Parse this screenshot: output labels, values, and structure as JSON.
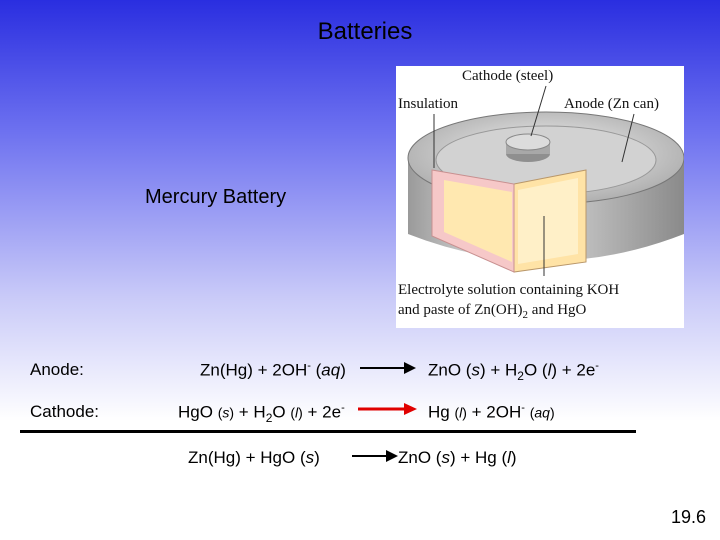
{
  "title": "Batteries",
  "subtitle": "Mercury Battery",
  "figure": {
    "cathode_label": "Cathode (steel)",
    "insulation_label": "Insulation",
    "anode_label": "Anode (Zn can)",
    "electrolyte_line1": "Electrolyte solution containing KOH",
    "electrolyte_line2_pre": "and paste of Zn(OH)",
    "electrolyte_line2_sub": "2",
    "electrolyte_line2_post": " and HgO"
  },
  "anode": {
    "label": "Anode:",
    "lhs_a": "Zn(Hg) + 2OH",
    "lhs_sup": "-",
    "lhs_state": "aq",
    "rhs_a": "ZnO (",
    "rhs_s": "s",
    "rhs_b": ") + H",
    "rhs_sub": "2",
    "rhs_c": "O (",
    "rhs_l": "l",
    "rhs_d": ") + 2e",
    "rhs_sup": "-",
    "arrow_color": "#000000"
  },
  "cathode": {
    "label": "Cathode:",
    "lhs_a": "HgO ",
    "lhs_s": "s",
    "lhs_b": " + H",
    "lhs_sub": "2",
    "lhs_c": "O ",
    "lhs_l": "l",
    "lhs_d": " + 2e",
    "lhs_sup": "-",
    "rhs_a": "Hg ",
    "rhs_l": "l",
    "rhs_b": " + 2OH",
    "rhs_sup": "-",
    "rhs_aq": "aq",
    "arrow_color": "#e00000"
  },
  "overall": {
    "lhs_a": "Zn(Hg) + HgO (",
    "lhs_s": "s",
    "lhs_b": ")",
    "rhs_a": "ZnO (",
    "rhs_s": "s",
    "rhs_b": ") + Hg (",
    "rhs_l": "l",
    "rhs_c": ")",
    "arrow_color": "#000000"
  },
  "page_number": "19.6"
}
